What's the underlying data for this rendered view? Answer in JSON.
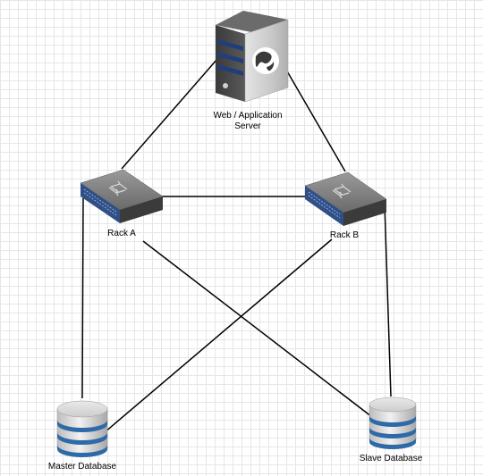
{
  "diagram": {
    "nodes": {
      "server": {
        "label_line1": "Web / Application",
        "label_line2": "Server",
        "icon": "server-icon"
      },
      "rack_a": {
        "label": "Rack A",
        "icon": "network-switch-icon"
      },
      "rack_b": {
        "label": "Rack B",
        "icon": "network-switch-icon"
      },
      "master_db": {
        "label": "Master Database",
        "icon": "database-icon"
      },
      "slave_db": {
        "label": "Slave Database",
        "icon": "database-icon"
      }
    },
    "connections": [
      {
        "from": "Web / Application Server",
        "to": "Rack A"
      },
      {
        "from": "Web / Application Server",
        "to": "Rack B"
      },
      {
        "from": "Rack A",
        "to": "Rack B"
      },
      {
        "from": "Rack A",
        "to": "Master Database"
      },
      {
        "from": "Rack A",
        "to": "Slave Database"
      },
      {
        "from": "Rack B",
        "to": "Master Database"
      },
      {
        "from": "Rack B",
        "to": "Slave Database"
      }
    ],
    "colors": {
      "line": "#000000",
      "grid": "#e6e6e6",
      "server_body": "#4a4a4a",
      "switch_top": "#7d7d7d",
      "switch_front": "#2f4f86",
      "db_body": "#cfcfcf",
      "db_band": "#2e6aa8"
    }
  }
}
